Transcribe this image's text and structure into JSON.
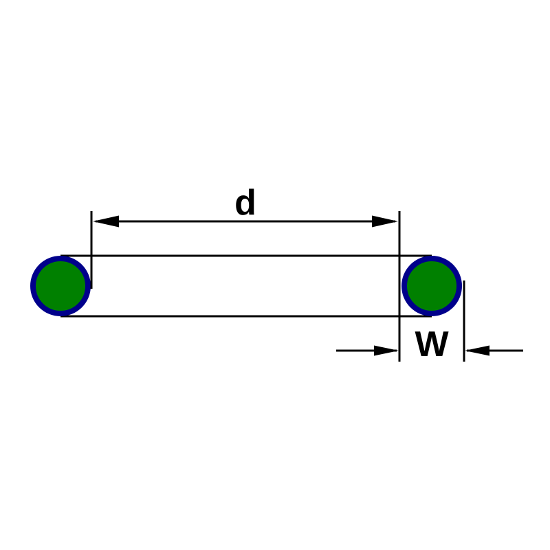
{
  "diagram": {
    "name": "o-ring-dimension-diagram",
    "labels": {
      "inner_diameter": "d",
      "cross_section_width": "W"
    },
    "colors": {
      "background": "#ffffff",
      "ring_fill": "#008000",
      "ring_stroke": "#00008B",
      "line": "#000000",
      "text": "#000000"
    }
  }
}
